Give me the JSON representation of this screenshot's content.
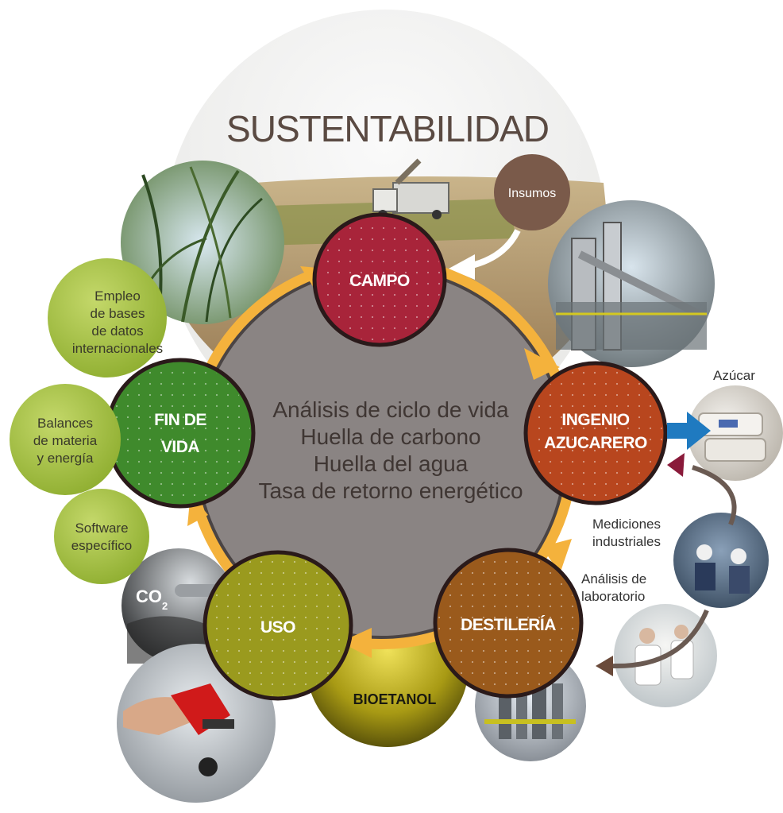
{
  "title": "SUSTENTABILIDAD",
  "center_lines": [
    "Análisis de ciclo de vida",
    "Huella de carbono",
    "Huella del agua",
    "Tasa de retorno energético"
  ],
  "nodes": {
    "campo": "CAMPO",
    "ingenio": [
      "INGENIO",
      "AZUCARERO"
    ],
    "destileria": "DESTILERÍA",
    "uso": "USO",
    "fin_de_vida": [
      "FIN DE",
      "VIDA"
    ]
  },
  "insumos": "Insumos",
  "azucar": "Azúcar",
  "bioetanol": "BIOETANOL",
  "co2": {
    "main": "CO",
    "sub": "2"
  },
  "mediciones": [
    "Mediciones",
    "industriales"
  ],
  "analisis_lab": [
    "Análisis de",
    "laboratorio"
  ],
  "green_circles": {
    "empleo": [
      "Empleo",
      "de bases",
      "de datos",
      "internacionales"
    ],
    "balances": [
      "Balances",
      "de materia",
      "y energía"
    ],
    "software": [
      "Software",
      "específico"
    ]
  },
  "colors": {
    "campo": "#a8243a",
    "ingenio": "#b8461e",
    "destileria": "#9a5a1c",
    "uso": "#9a9a1e",
    "fin_de_vida": "#3f8a2c",
    "center": "#8a8483",
    "ring": "#f4b23c",
    "insumos": "#7a5a4a",
    "green_light": "#a8c44a",
    "blue_arrow": "#1f7ac0"
  },
  "icons": [
    "white-arrow-icon",
    "blue-arrow-icon",
    "maroon-arrow-icon",
    "brown-arrow-icon",
    "orange-arrow-icon"
  ]
}
